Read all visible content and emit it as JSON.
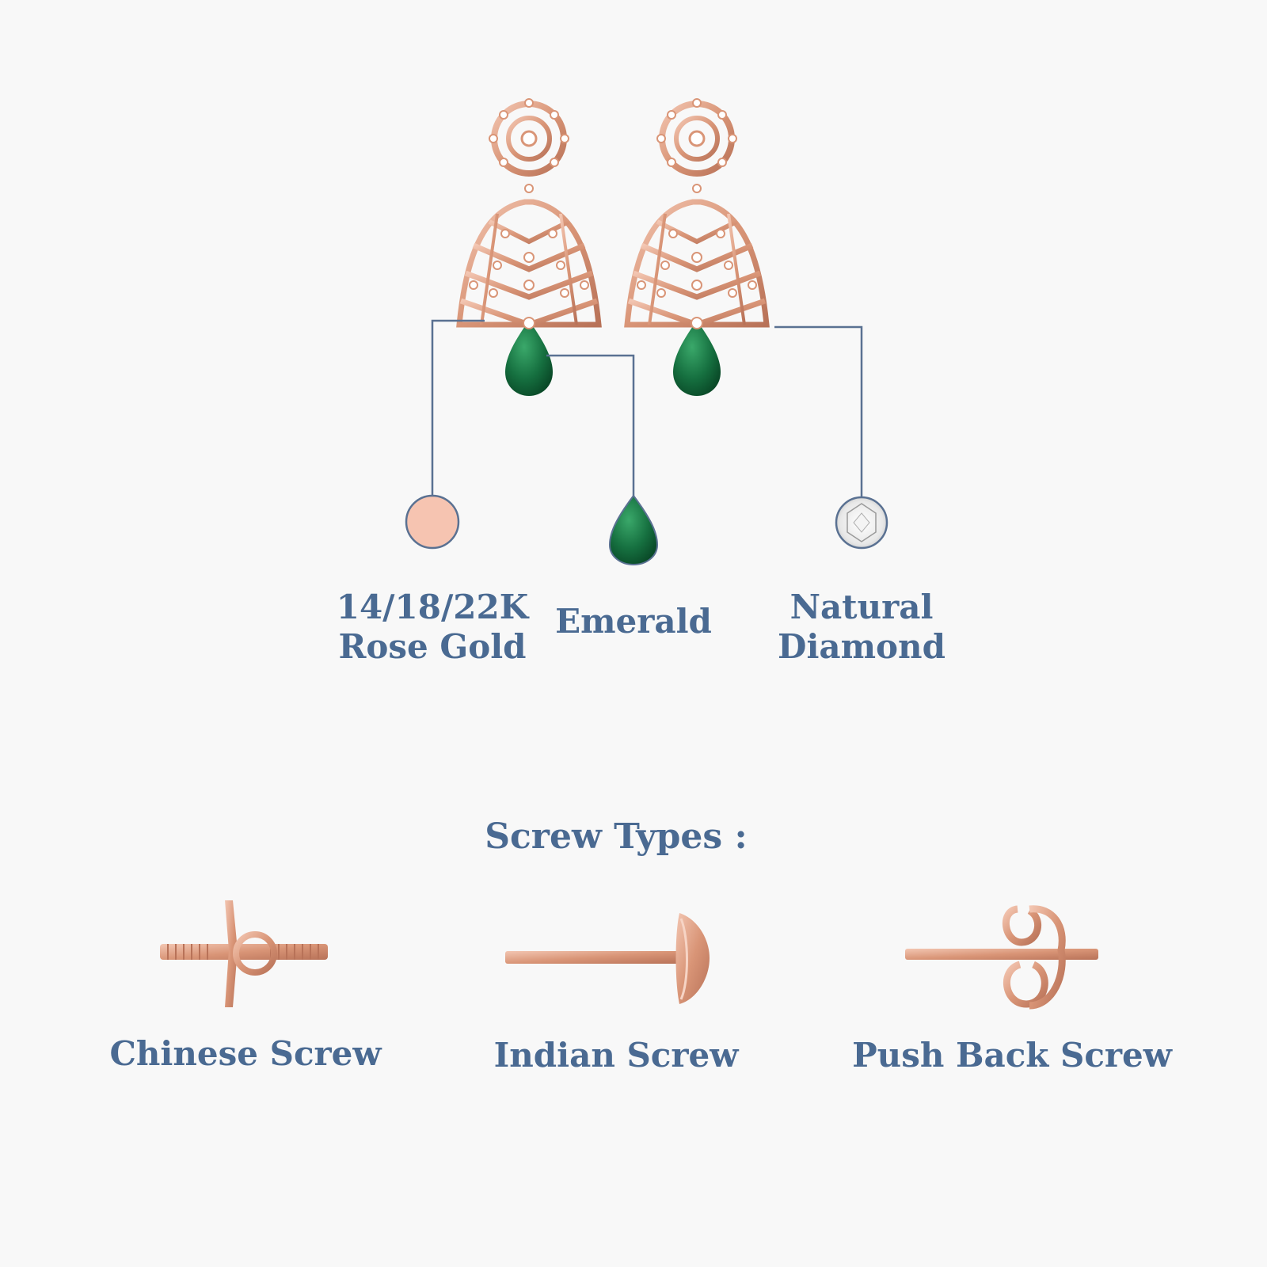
{
  "materials": [
    {
      "line1": "14/18/22K",
      "line2": "Rose Gold",
      "icon": "rose-gold-swatch",
      "color": "#f6c4b1"
    },
    {
      "line1": "Emerald",
      "line2": "",
      "icon": "emerald-pear-gem",
      "color": "#1e7a45"
    },
    {
      "line1": "Natural",
      "line2": "Diamond",
      "icon": "diamond-gem",
      "color": "#ffffff"
    }
  ],
  "screw_section": {
    "title": "Screw Types :",
    "items": [
      {
        "label": "Chinese Screw",
        "icon": "chinese-screw"
      },
      {
        "label": "Indian Screw",
        "icon": "indian-screw"
      },
      {
        "label": "Push Back Screw",
        "icon": "push-back-screw"
      }
    ]
  },
  "colors": {
    "text": "#4a6a92",
    "connector": "#5a7192",
    "rose_gold": "#e0a88f",
    "emerald": "#1e7a45"
  }
}
